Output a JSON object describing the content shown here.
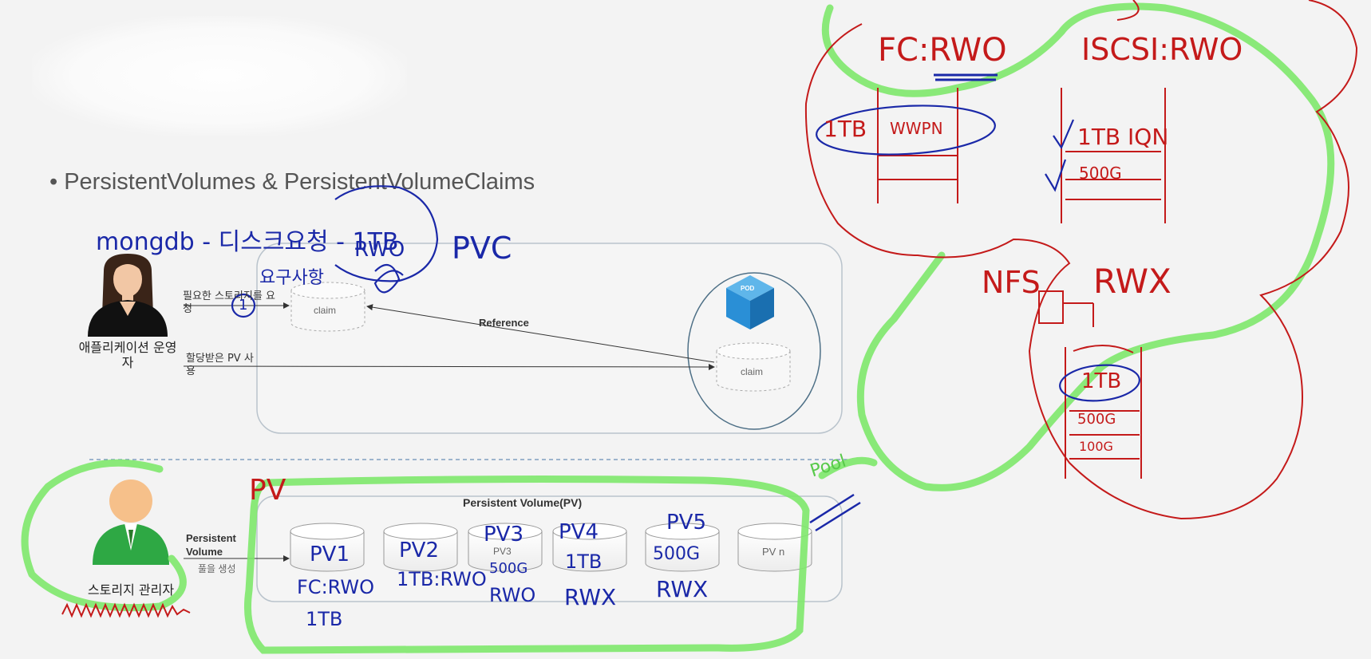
{
  "slide": {
    "title": "• PersistentVolumes & PersistentVolumeClaims"
  },
  "operator": {
    "role_label": "애플리케이션 운영자",
    "request_label": "필요한 스토리지를 요청",
    "use_label": "할당받은 PV 사용"
  },
  "claim": {
    "left_label": "claim",
    "right_label": "claim"
  },
  "pod": {
    "label": "POD"
  },
  "reference_label": "Reference",
  "storage_admin": {
    "role_label": "스토리지 관리자",
    "create_label_1": "Persistent",
    "create_label_2": "Volume",
    "create_label_3": "풀을 생성"
  },
  "pv_pool": {
    "title": "Persistent Volume(PV)",
    "volumes": [
      "PV1",
      "PV2",
      "PV3",
      "PV4",
      "PV5",
      "PV n"
    ]
  },
  "annotations": {
    "pvc_note_line1": "mongdb - 디스크요청 - 1TB",
    "pvc_note_line2": "요구사항",
    "pvc_note_rwo": "RWO",
    "pvc_label": "PVC",
    "step_number": "1",
    "pv_label": "PV",
    "pool_label": "Pool",
    "pv1_a": "PV1",
    "pv1_b": "FC:RWO",
    "pv1_c": "1TB",
    "pv2_a": "PV2",
    "pv2_b": "1TB:RWO",
    "pv3_a": "PV3",
    "pv3_b": "500G",
    "pv3_c": "RWO",
    "pv4_a": "PV4",
    "pv4_b": "1TB",
    "pv4_c": "RWX",
    "pv5_a": "PV5",
    "pv5_b": "500G",
    "pv5_c": "RWX",
    "fc_title": "FC:RWO",
    "fc_row": "1TB",
    "fc_row2": "WWPN",
    "iscsi_title": "ISCSI:RWO",
    "iscsi_row1": "1TB IQN",
    "iscsi_row2": "500G",
    "nfs_title": "NFS",
    "nfs_mode": "RWX",
    "nfs_row1": "1TB",
    "nfs_row2": "500G",
    "nfs_row3": "100G"
  },
  "colors": {
    "pen_blue": "#1a28a8",
    "pen_red": "#c41a1a",
    "highlighter_green": "#7ee86b",
    "pod_blue": "#2a8fd6",
    "admin_green": "#2ea844"
  }
}
